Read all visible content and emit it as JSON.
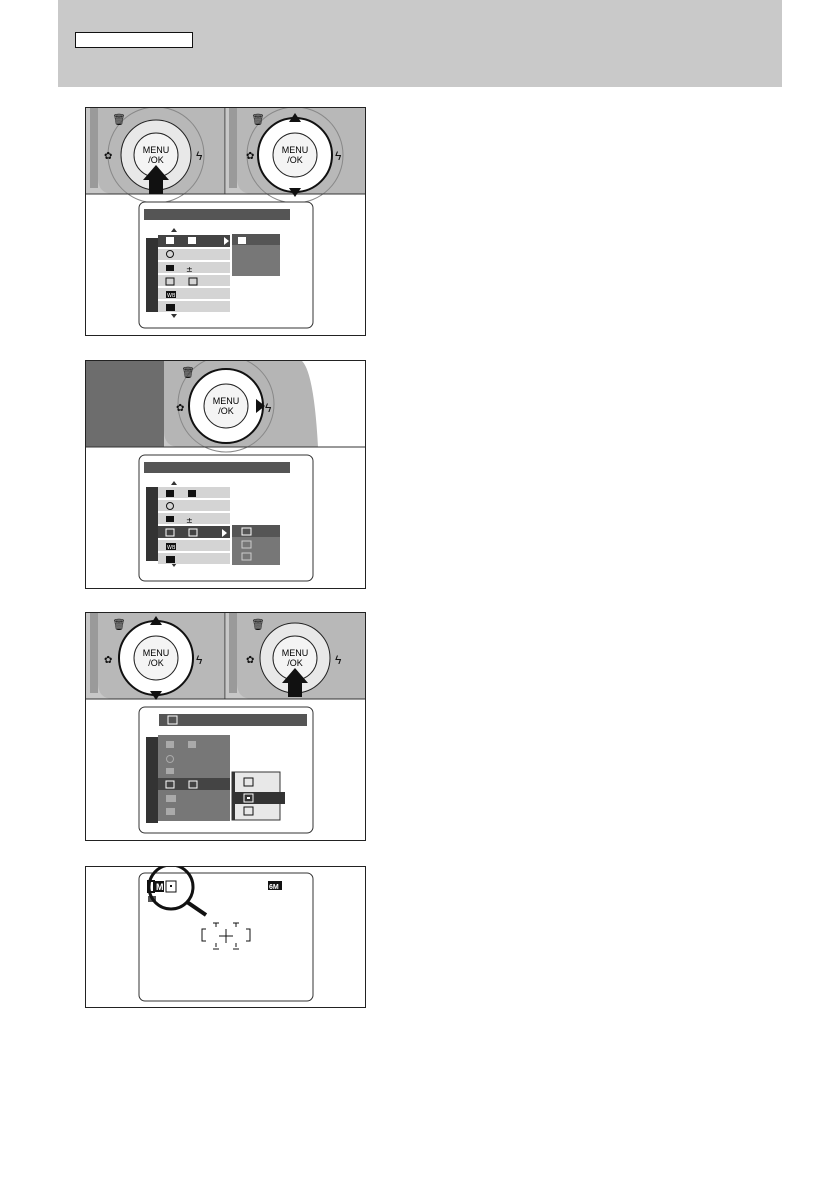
{
  "header": {
    "tab_label": ""
  },
  "buttons": {
    "menu_ok_line1": "MENU",
    "menu_ok_line2": "/OK"
  },
  "menu": {
    "rows": [
      {
        "icon": "camera-icon",
        "value_icon": "camera-icon"
      },
      {
        "icon": "self-timer-icon",
        "value_icon": ""
      },
      {
        "icon": "exposure-compensation-icon",
        "value_icon": "plus-minus"
      },
      {
        "icon": "photometry-icon",
        "value_icon": "multi-metering-icon"
      },
      {
        "icon": "white-balance-icon",
        "value_icon": ""
      },
      {
        "icon": "af-mode-icon",
        "value_icon": ""
      }
    ],
    "wb_label": "WB",
    "metering_options": [
      "multi-metering-icon",
      "spot-icon",
      "average-icon"
    ]
  },
  "lcd": {
    "mode_label": "M",
    "size_badge": "6M"
  },
  "colors": {
    "header_gray": "#c9c9c9",
    "menu_highlight": "#555555",
    "menu_row": "#d4d4d4"
  }
}
